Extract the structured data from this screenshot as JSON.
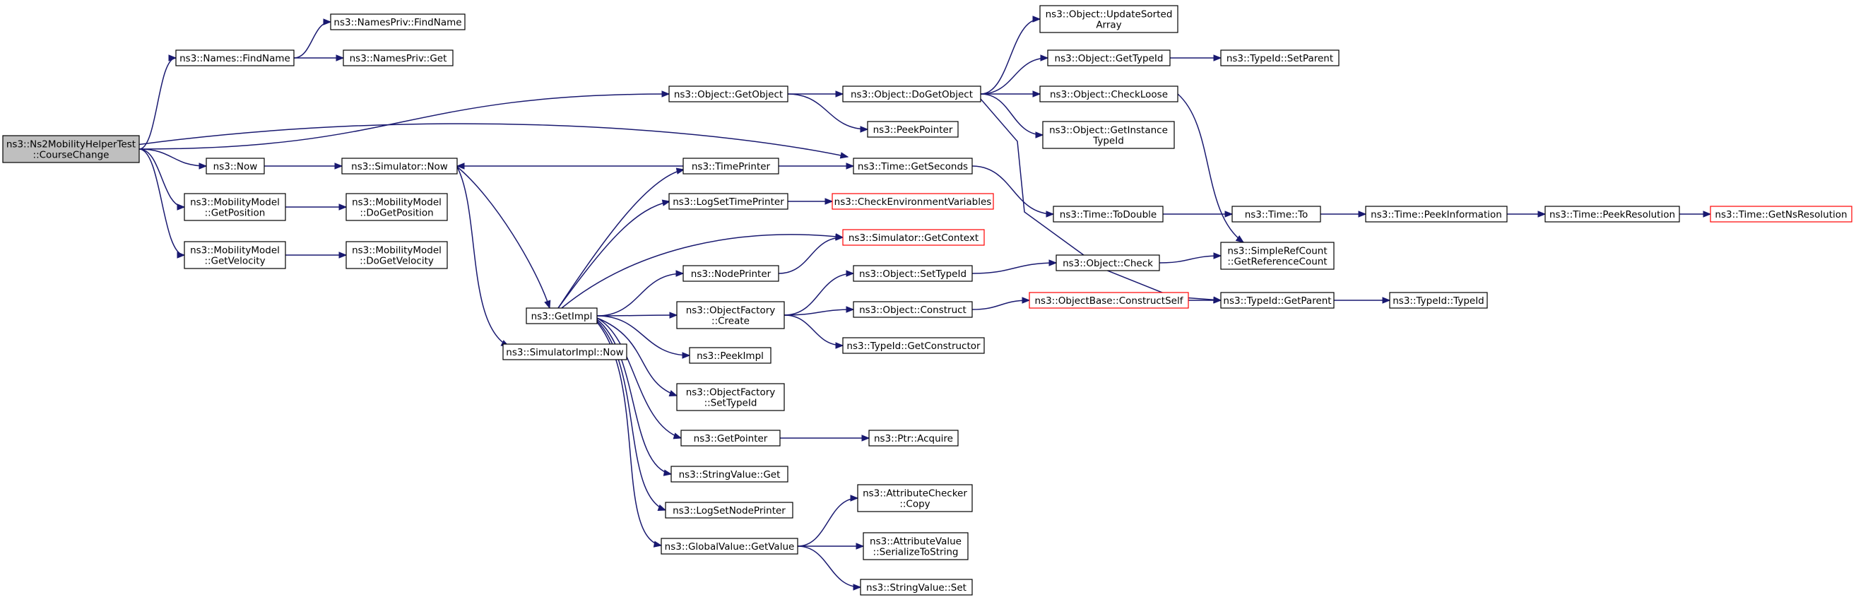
{
  "colors": {
    "edge": "#191970",
    "node_border": "#000000",
    "node_border_external": "#ff0000",
    "root_fill": "#bfbfbf"
  },
  "nodes": [
    {
      "id": "course",
      "lines": [
        "ns3::Ns2MobilityHelperTest",
        "::CourseChange"
      ],
      "style": "root"
    },
    {
      "id": "names_find",
      "lines": [
        "ns3::Names::FindName"
      ]
    },
    {
      "id": "namespriv_find",
      "lines": [
        "ns3::NamesPriv::FindName"
      ]
    },
    {
      "id": "namespriv_get",
      "lines": [
        "ns3::NamesPriv::Get"
      ]
    },
    {
      "id": "now",
      "lines": [
        "ns3::Now"
      ]
    },
    {
      "id": "sim_now",
      "lines": [
        "ns3::Simulator::Now"
      ]
    },
    {
      "id": "getimpl",
      "lines": [
        "ns3::GetImpl"
      ]
    },
    {
      "id": "simimpl_now",
      "lines": [
        "ns3::SimulatorImpl::Now"
      ]
    },
    {
      "id": "mm_getpos",
      "lines": [
        "ns3::MobilityModel",
        "::GetPosition"
      ]
    },
    {
      "id": "mm_dogetpos",
      "lines": [
        "ns3::MobilityModel",
        "::DoGetPosition"
      ]
    },
    {
      "id": "mm_getvel",
      "lines": [
        "ns3::MobilityModel",
        "::GetVelocity"
      ]
    },
    {
      "id": "mm_dogetvel",
      "lines": [
        "ns3::MobilityModel",
        "::DoGetVelocity"
      ]
    },
    {
      "id": "obj_getobject",
      "lines": [
        "ns3::Object::GetObject"
      ]
    },
    {
      "id": "obj_dogetobject",
      "lines": [
        "ns3::Object::DoGetObject"
      ]
    },
    {
      "id": "peekpointer",
      "lines": [
        "ns3::PeekPointer"
      ]
    },
    {
      "id": "obj_updatesorted",
      "lines": [
        "ns3::Object::UpdateSorted",
        "Array"
      ]
    },
    {
      "id": "obj_gettypeid",
      "lines": [
        "ns3::Object::GetTypeId"
      ]
    },
    {
      "id": "typeid_setparent",
      "lines": [
        "ns3::TypeId::SetParent"
      ]
    },
    {
      "id": "obj_checkloose",
      "lines": [
        "ns3::Object::CheckLoose"
      ]
    },
    {
      "id": "obj_getinstance",
      "lines": [
        "ns3::Object::GetInstance",
        "TypeId"
      ]
    },
    {
      "id": "timeprinter",
      "lines": [
        "ns3::TimePrinter"
      ]
    },
    {
      "id": "time_getseconds",
      "lines": [
        "ns3::Time::GetSeconds"
      ]
    },
    {
      "id": "time_todouble",
      "lines": [
        "ns3::Time::ToDouble"
      ]
    },
    {
      "id": "time_to",
      "lines": [
        "ns3::Time::To"
      ]
    },
    {
      "id": "time_peekinfo",
      "lines": [
        "ns3::Time::PeekInformation"
      ]
    },
    {
      "id": "time_peekres",
      "lines": [
        "ns3::Time::PeekResolution"
      ]
    },
    {
      "id": "time_getnsres",
      "lines": [
        "ns3::Time::GetNsResolution"
      ],
      "style": "red"
    },
    {
      "id": "logsettimeprinter",
      "lines": [
        "ns3::LogSetTimePrinter"
      ]
    },
    {
      "id": "checkenv",
      "lines": [
        "ns3::CheckEnvironmentVariables"
      ],
      "style": "red"
    },
    {
      "id": "sim_getcontext",
      "lines": [
        "ns3::Simulator::GetContext"
      ],
      "style": "red"
    },
    {
      "id": "nodeprinter",
      "lines": [
        "ns3::NodePrinter"
      ]
    },
    {
      "id": "objfactory_create",
      "lines": [
        "ns3::ObjectFactory",
        "::Create"
      ]
    },
    {
      "id": "obj_settypeid",
      "lines": [
        "ns3::Object::SetTypeId"
      ]
    },
    {
      "id": "obj_check",
      "lines": [
        "ns3::Object::Check"
      ]
    },
    {
      "id": "simplerefcount",
      "lines": [
        "ns3::SimpleRefCount",
        "::GetReferenceCount"
      ]
    },
    {
      "id": "obj_construct",
      "lines": [
        "ns3::Object::Construct"
      ]
    },
    {
      "id": "objbase_constructself",
      "lines": [
        "ns3::ObjectBase::ConstructSelf"
      ],
      "style": "red"
    },
    {
      "id": "typeid_getparent",
      "lines": [
        "ns3::TypeId::GetParent"
      ]
    },
    {
      "id": "typeid_typeid",
      "lines": [
        "ns3::TypeId::TypeId"
      ]
    },
    {
      "id": "typeid_getconstructor",
      "lines": [
        "ns3::TypeId::GetConstructor"
      ]
    },
    {
      "id": "peekimpl",
      "lines": [
        "ns3::PeekImpl"
      ]
    },
    {
      "id": "objfactory_settypeid",
      "lines": [
        "ns3::ObjectFactory",
        "::SetTypeId"
      ]
    },
    {
      "id": "getpointer",
      "lines": [
        "ns3::GetPointer"
      ]
    },
    {
      "id": "ptr_acquire",
      "lines": [
        "ns3::Ptr::Acquire"
      ]
    },
    {
      "id": "stringvalue_get",
      "lines": [
        "ns3::StringValue::Get"
      ]
    },
    {
      "id": "logsetnodeprinter",
      "lines": [
        "ns3::LogSetNodePrinter"
      ]
    },
    {
      "id": "globalvalue_getvalue",
      "lines": [
        "ns3::GlobalValue::GetValue"
      ]
    },
    {
      "id": "attrchecker_copy",
      "lines": [
        "ns3::AttributeChecker",
        "::Copy"
      ]
    },
    {
      "id": "attrvalue_serialize",
      "lines": [
        "ns3::AttributeValue",
        "::SerializeToString"
      ]
    },
    {
      "id": "stringvalue_set",
      "lines": [
        "ns3::StringValue::Set"
      ]
    }
  ],
  "edges": [
    [
      "course",
      "names_find"
    ],
    [
      "course",
      "obj_getobject"
    ],
    [
      "course",
      "time_getseconds"
    ],
    [
      "course",
      "now"
    ],
    [
      "course",
      "mm_getpos"
    ],
    [
      "course",
      "mm_getvel"
    ],
    [
      "names_find",
      "namespriv_find"
    ],
    [
      "names_find",
      "namespriv_get"
    ],
    [
      "now",
      "sim_now"
    ],
    [
      "sim_now",
      "getimpl"
    ],
    [
      "sim_now",
      "simimpl_now"
    ],
    [
      "mm_getpos",
      "mm_dogetpos"
    ],
    [
      "mm_getvel",
      "mm_dogetvel"
    ],
    [
      "obj_getobject",
      "obj_dogetobject"
    ],
    [
      "obj_getobject",
      "peekpointer"
    ],
    [
      "obj_dogetobject",
      "obj_updatesorted"
    ],
    [
      "obj_dogetobject",
      "obj_gettypeid"
    ],
    [
      "obj_dogetobject",
      "obj_checkloose"
    ],
    [
      "obj_dogetobject",
      "obj_getinstance"
    ],
    [
      "obj_dogetobject",
      "typeid_getparent"
    ],
    [
      "obj_gettypeid",
      "typeid_setparent"
    ],
    [
      "obj_checkloose",
      "simplerefcount"
    ],
    [
      "timeprinter",
      "sim_now"
    ],
    [
      "timeprinter",
      "time_getseconds"
    ],
    [
      "time_getseconds",
      "time_todouble"
    ],
    [
      "time_todouble",
      "time_to"
    ],
    [
      "time_to",
      "time_peekinfo"
    ],
    [
      "time_peekinfo",
      "time_peekres"
    ],
    [
      "time_peekres",
      "time_getnsres"
    ],
    [
      "getimpl",
      "timeprinter"
    ],
    [
      "getimpl",
      "logsettimeprinter"
    ],
    [
      "getimpl",
      "sim_getcontext"
    ],
    [
      "getimpl",
      "nodeprinter"
    ],
    [
      "getimpl",
      "objfactory_create"
    ],
    [
      "getimpl",
      "peekimpl"
    ],
    [
      "getimpl",
      "objfactory_settypeid"
    ],
    [
      "getimpl",
      "getpointer"
    ],
    [
      "getimpl",
      "stringvalue_get"
    ],
    [
      "getimpl",
      "logsetnodeprinter"
    ],
    [
      "getimpl",
      "globalvalue_getvalue"
    ],
    [
      "logsettimeprinter",
      "checkenv"
    ],
    [
      "nodeprinter",
      "sim_getcontext"
    ],
    [
      "objfactory_create",
      "obj_settypeid"
    ],
    [
      "objfactory_create",
      "obj_construct"
    ],
    [
      "objfactory_create",
      "typeid_getconstructor"
    ],
    [
      "obj_settypeid",
      "obj_check"
    ],
    [
      "obj_check",
      "simplerefcount"
    ],
    [
      "obj_construct",
      "objbase_constructself"
    ],
    [
      "objbase_constructself",
      "typeid_getparent"
    ],
    [
      "typeid_getparent",
      "typeid_typeid"
    ],
    [
      "getpointer",
      "ptr_acquire"
    ],
    [
      "globalvalue_getvalue",
      "attrchecker_copy"
    ],
    [
      "globalvalue_getvalue",
      "attrvalue_serialize"
    ],
    [
      "globalvalue_getvalue",
      "stringvalue_set"
    ]
  ]
}
